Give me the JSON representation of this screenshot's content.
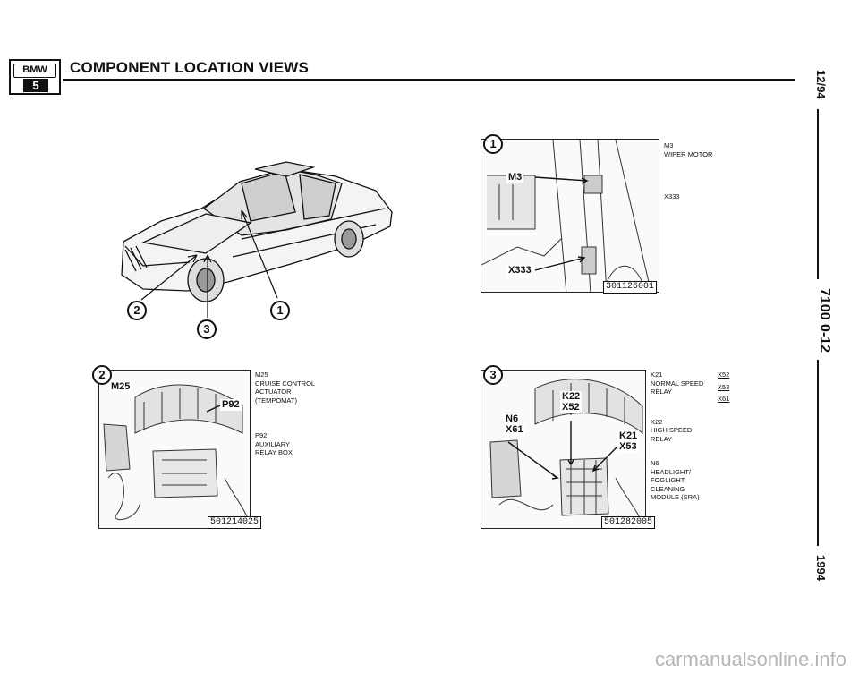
{
  "header": {
    "logo_top": "BMW",
    "logo_series": "5",
    "title": "COMPONENT LOCATION VIEWS"
  },
  "margin": {
    "date": "12/94",
    "page": "7100 0-12",
    "year": "1994"
  },
  "car_view": {
    "markers": [
      "2",
      "1",
      "3"
    ]
  },
  "panels": [
    {
      "number": "1",
      "callouts": [
        "M3",
        "X333"
      ],
      "figure_id": "301126001",
      "caption": [
        {
          "code": "M3",
          "lines": [
            "WIPER MOTOR"
          ]
        },
        {
          "code": "X333",
          "lines": []
        }
      ],
      "refs": []
    },
    {
      "number": "2",
      "callouts": [
        "M25",
        "P92"
      ],
      "figure_id": "501214025",
      "caption": [
        {
          "code": "M25",
          "lines": [
            "CRUISE CONTROL",
            "ACTUATOR",
            "(TEMPOMAT)"
          ]
        },
        {
          "code": "P92",
          "lines": [
            "AUXILIARY",
            "RELAY BOX"
          ]
        }
      ],
      "refs": []
    },
    {
      "number": "3",
      "callouts": [
        "K22",
        "X52",
        "N6",
        "X61",
        "K21",
        "X53"
      ],
      "figure_id": "501282005",
      "caption": [
        {
          "code": "K21",
          "lines": [
            "NORMAL SPEED",
            "RELAY"
          ]
        },
        {
          "code": "K22",
          "lines": [
            "HIGH SPEED",
            "RELAY"
          ]
        },
        {
          "code": "N6",
          "lines": [
            "HEADLIGHT/",
            "FOGLIGHT",
            "CLEANING",
            "MODULE (SRA)"
          ]
        }
      ],
      "refs": [
        "X52",
        "X53",
        "X61"
      ]
    }
  ],
  "watermark": "carmanualsonline.info"
}
